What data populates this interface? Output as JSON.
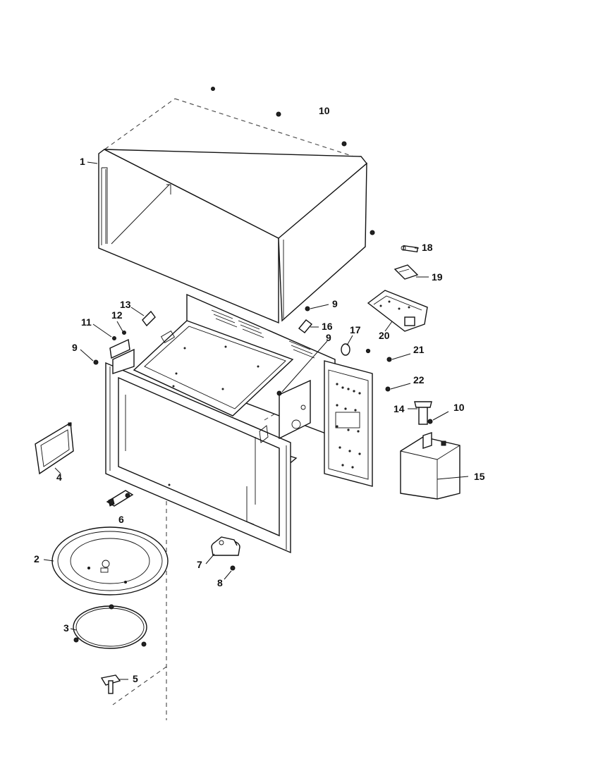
{
  "callouts": [
    {
      "id": "c1",
      "text": "1"
    },
    {
      "id": "c2",
      "text": "2"
    },
    {
      "id": "c3",
      "text": "3"
    },
    {
      "id": "c4",
      "text": "4"
    },
    {
      "id": "c5",
      "text": "5"
    },
    {
      "id": "c6",
      "text": "6"
    },
    {
      "id": "c7",
      "text": "7"
    },
    {
      "id": "c8",
      "text": "8"
    },
    {
      "id": "c9a",
      "text": "9"
    },
    {
      "id": "c9b",
      "text": "9"
    },
    {
      "id": "c9c",
      "text": "9"
    },
    {
      "id": "c10a",
      "text": "10"
    },
    {
      "id": "c10b",
      "text": "10"
    },
    {
      "id": "c11",
      "text": "11"
    },
    {
      "id": "c12",
      "text": "12"
    },
    {
      "id": "c13",
      "text": "13"
    },
    {
      "id": "c14",
      "text": "14"
    },
    {
      "id": "c15",
      "text": "15"
    },
    {
      "id": "c16",
      "text": "16"
    },
    {
      "id": "c17",
      "text": "17"
    },
    {
      "id": "c18",
      "text": "18"
    },
    {
      "id": "c19",
      "text": "19"
    },
    {
      "id": "c20",
      "text": "20"
    },
    {
      "id": "c21",
      "text": "21"
    },
    {
      "id": "c22",
      "text": "22"
    }
  ]
}
